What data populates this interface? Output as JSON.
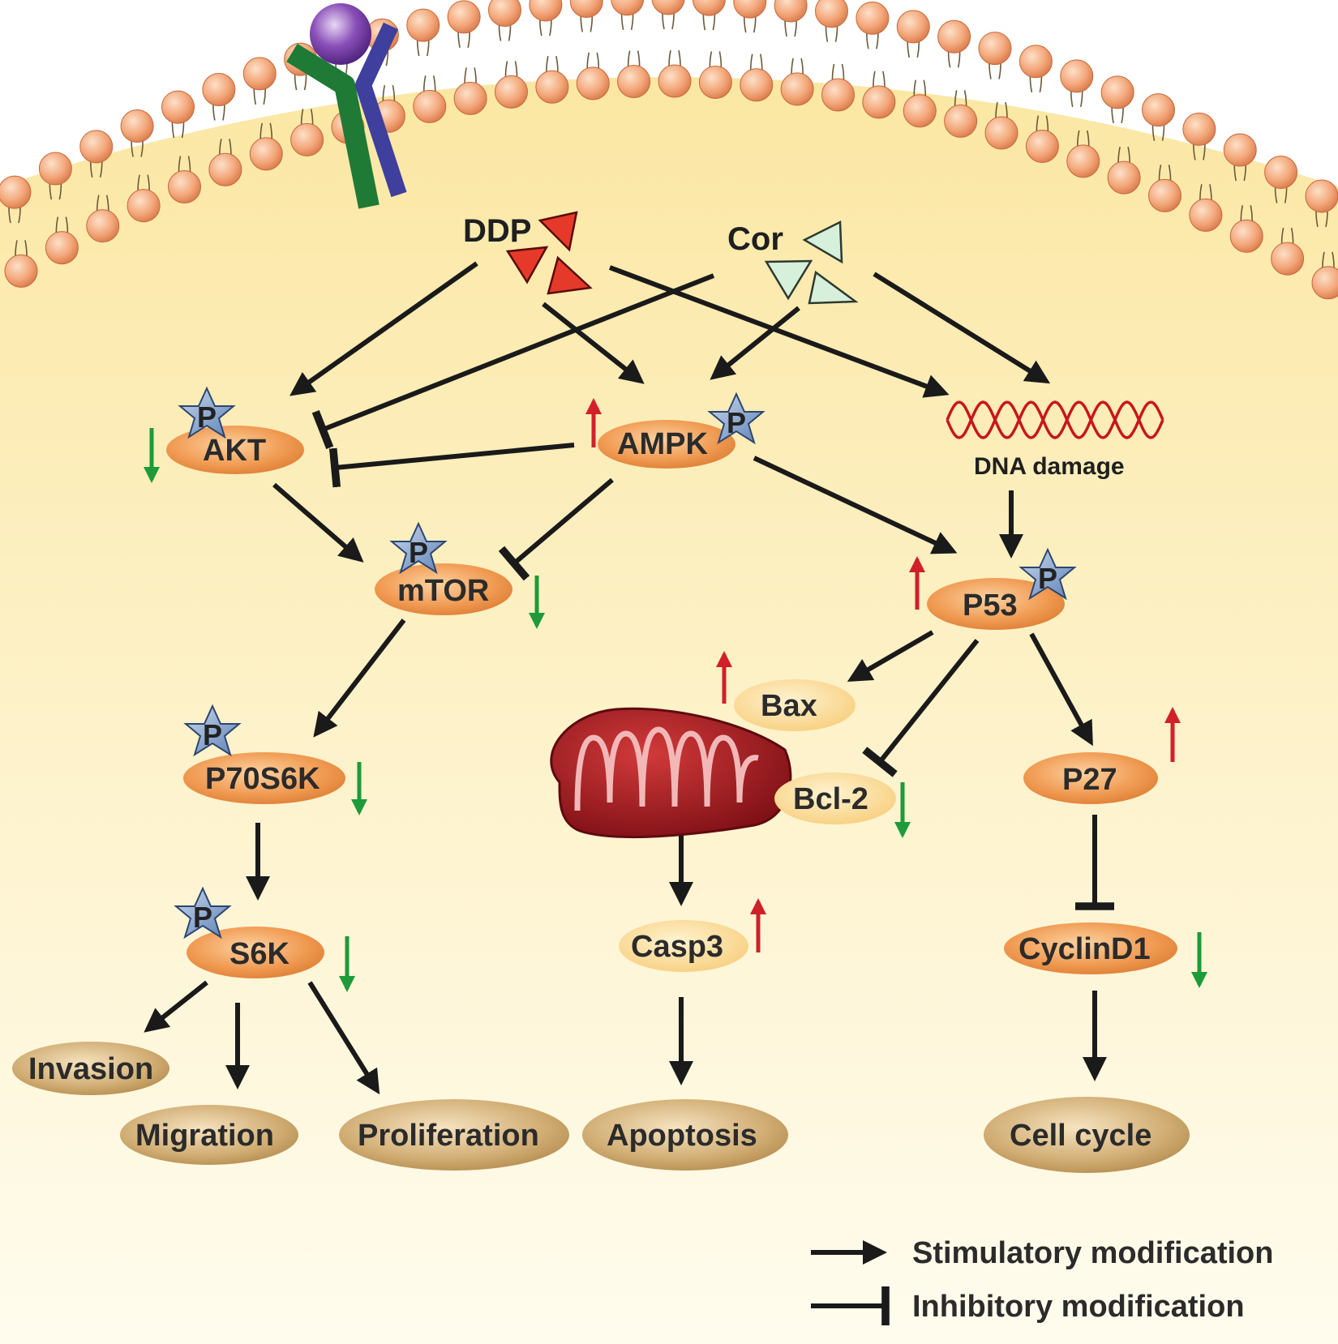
{
  "colors": {
    "cytoplasm_top": "#fbe8a6",
    "cytoplasm_bottom": "#fffbea",
    "lipid_head": "#f0a070",
    "node_orange": "#ee9a55",
    "node_light": "#fbd98c",
    "outcome": "#c9a46a",
    "arrow": "#1a1a1a",
    "up_red": "#d0202a",
    "down_green": "#1e9a3a",
    "ddp_red": "#e02020",
    "cor_green": "#c9ecd2",
    "dna_red": "#c8161d",
    "star_blue": "#8aa8d0"
  },
  "drugs": {
    "ddp": "DDP",
    "cor": "Cor"
  },
  "nodes": {
    "akt": "AKT",
    "ampk": "AMPK",
    "dna_damage": "DNA damage",
    "mtor": "mTOR",
    "p53": "P53",
    "p70s6k": "P70S6K",
    "bax": "Bax",
    "bcl2": "Bcl-2",
    "p27": "P27",
    "s6k": "S6K",
    "casp3": "Casp3",
    "cyclind1": "CyclinD1"
  },
  "phospho_label": "P",
  "outcomes": {
    "invasion": "Invasion",
    "migration": "Migration",
    "proliferation": "Proliferation",
    "apoptosis": "Apoptosis",
    "cell_cycle": "Cell cycle"
  },
  "legend": {
    "stimulatory": "Stimulatory modification",
    "inhibitory": "Inhibitory modification"
  }
}
